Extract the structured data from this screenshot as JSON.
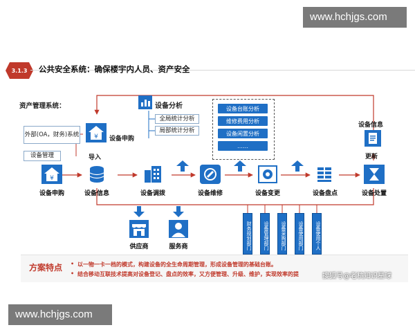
{
  "watermark": {
    "text": "www.hchjgs.com"
  },
  "header": {
    "section": "3.1.3",
    "title": "公共安全系统：确保楼宇内人员、资产安全"
  },
  "diagram": {
    "system_label": "资产管理系统：",
    "external_system": "外部(OA，财务)系统",
    "device_management": "设备管理",
    "purchase_top": "设备申购",
    "import": "导入",
    "analysis": {
      "title": "设备分析",
      "items": [
        "全局统计分析",
        "局部统计分析"
      ]
    },
    "dashed_items": [
      "设备台账分析",
      "维修费用分析",
      "设备闲置分析",
      "……"
    ],
    "info_top": "设备信息",
    "update": "更新",
    "nodes": [
      "设备申购",
      "设备信息",
      "设备调拨",
      "设备维修",
      "设备变更",
      "设备盘点",
      "设备处置"
    ],
    "supplier": "供应商",
    "service_provider": "服务商",
    "departments": [
      "财务规划部门",
      "设备管理部门",
      "设备采购部门",
      "设备使用部门",
      "设备使用个人"
    ]
  },
  "features": {
    "title": "方案特点",
    "items": [
      "以一物一卡一档的模式，构建设备的全生命周期管理，形成设备管理的基础台账。",
      "结合移动互联技术提高对设备登记、盘点的效率，又方便管理、升级、维护，实现效率的提"
    ],
    "credit": "搜狐号@老杭知识星球"
  }
}
